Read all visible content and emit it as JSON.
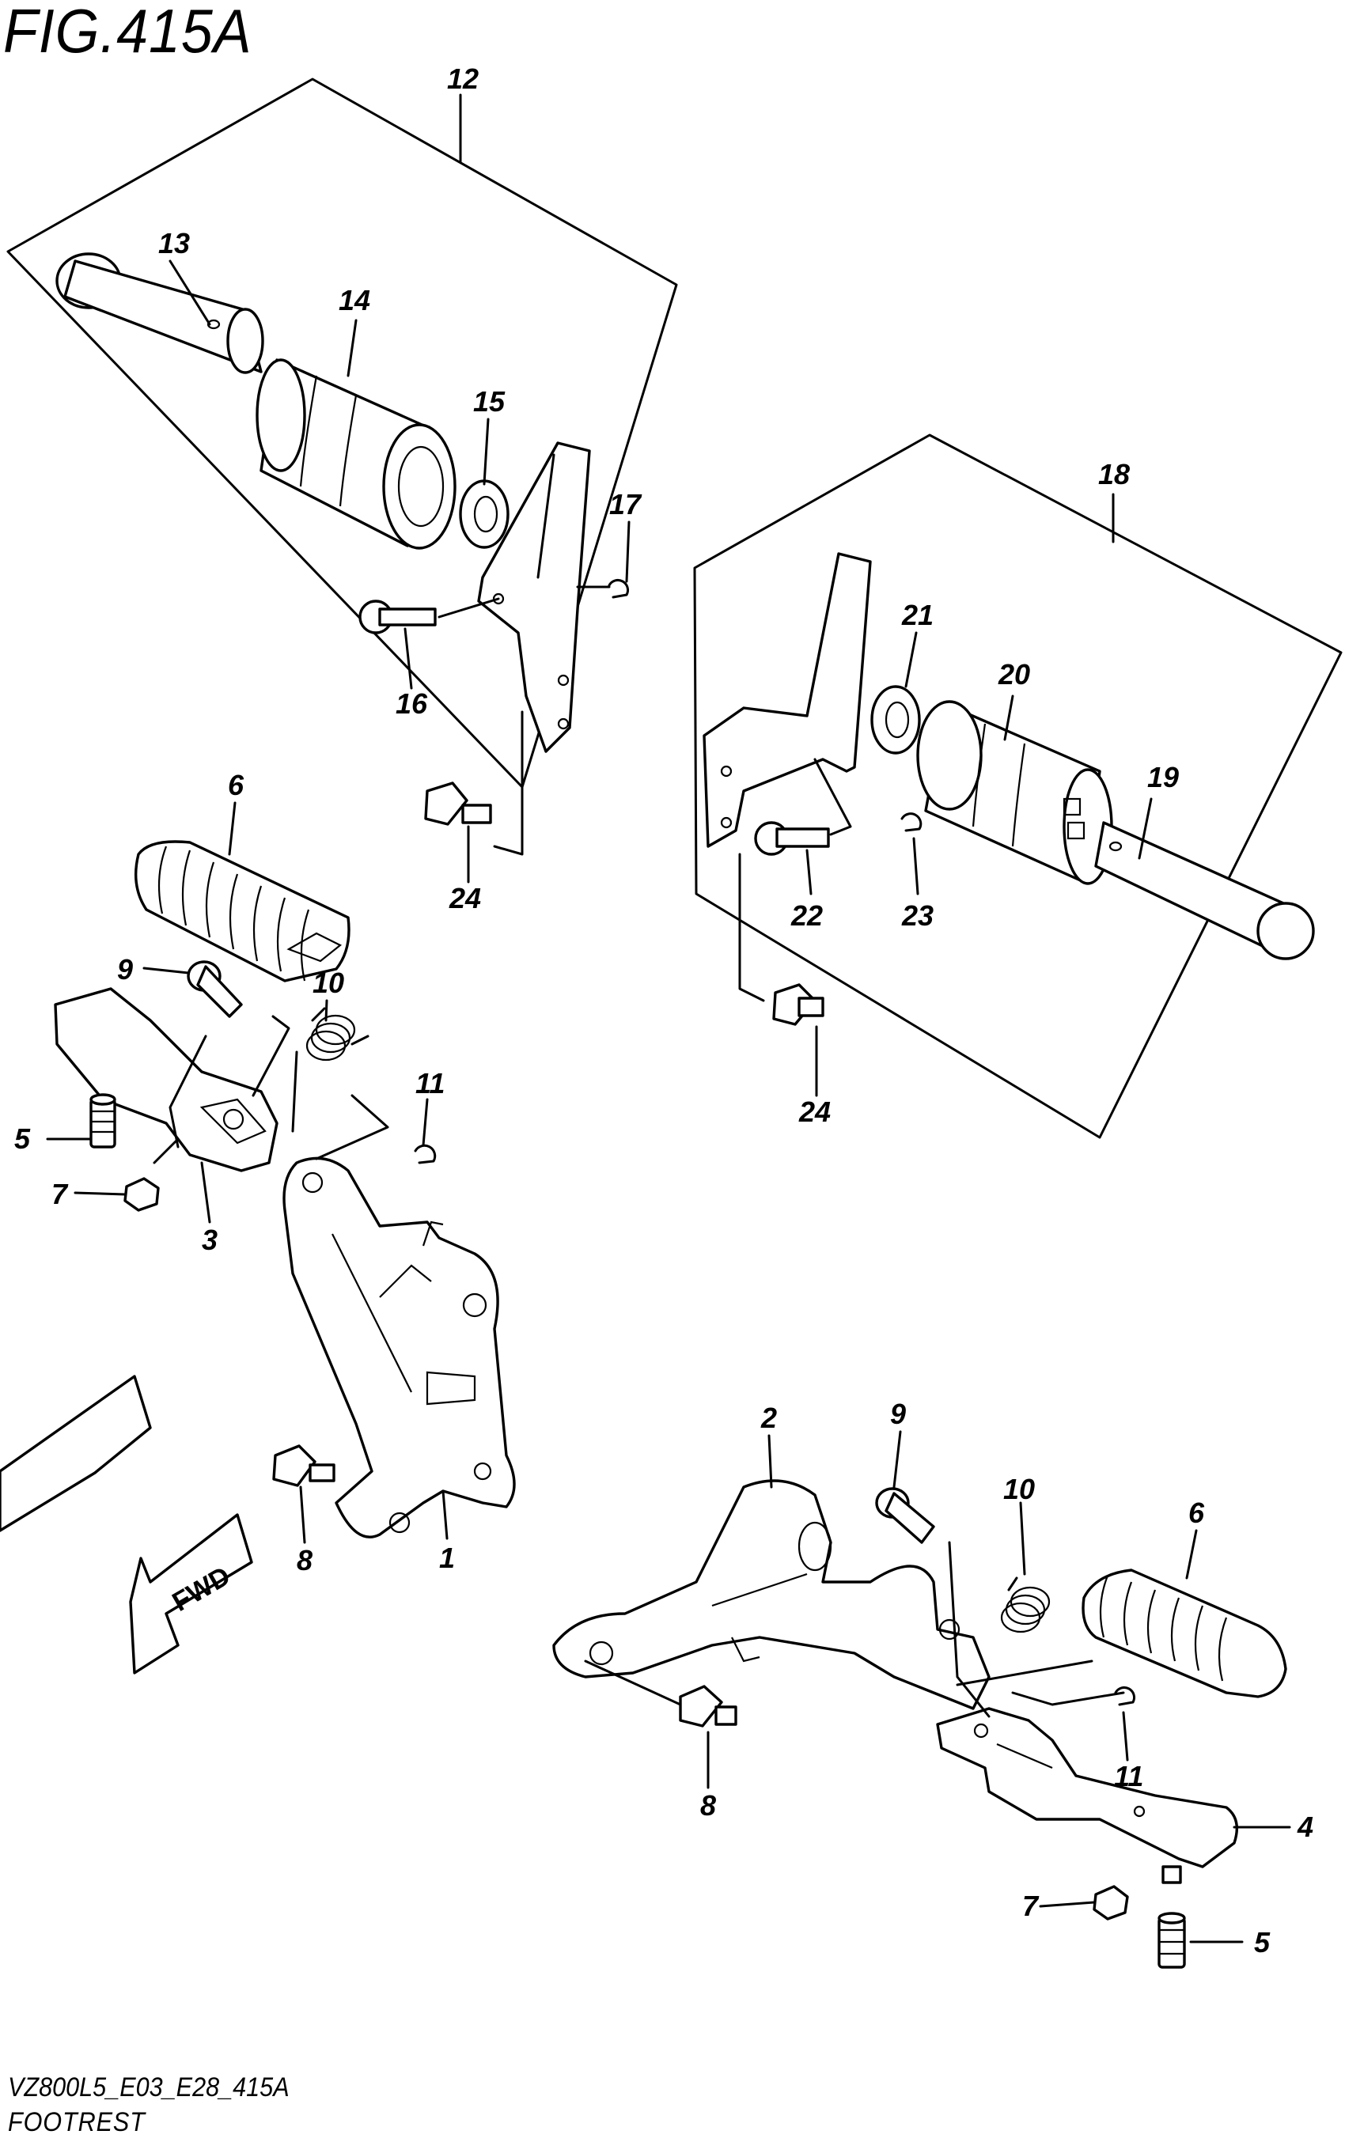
{
  "title": "FIG.415A",
  "footer": {
    "code": "VZ800L5_E03_E28_415A",
    "name": "FOOTREST"
  },
  "direction_arrow": {
    "label": "FWD"
  },
  "callouts": [
    "12",
    "13",
    "14",
    "15",
    "16",
    "17",
    "18",
    "19",
    "20",
    "21",
    "22",
    "23",
    "24",
    "24",
    "6",
    "9",
    "10",
    "11",
    "5",
    "7",
    "3",
    "1",
    "8",
    "2",
    "9",
    "10",
    "6",
    "11",
    "4",
    "7",
    "5",
    "8"
  ]
}
